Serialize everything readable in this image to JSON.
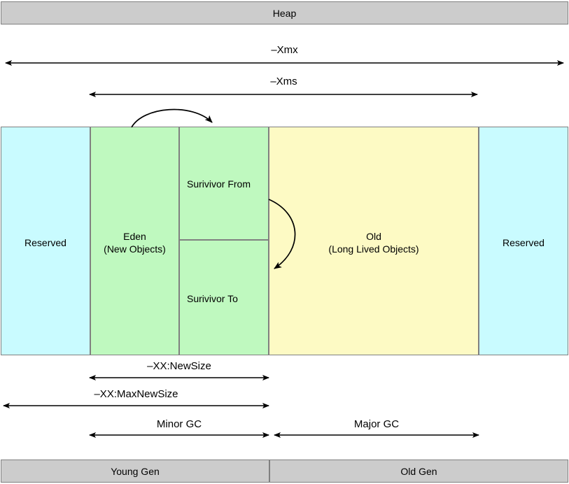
{
  "diagram": {
    "title": "Heap",
    "top_bar": {
      "label": "Heap"
    },
    "bottom_bars": [
      {
        "name": "young-gen",
        "label": "Young Gen"
      },
      {
        "name": "old-gen",
        "label": "Old Gen"
      }
    ],
    "regions": [
      {
        "name": "reserved-left",
        "label": "Reserved",
        "color": "#c9fbff"
      },
      {
        "name": "eden",
        "label": "Eden\n(New Objects)",
        "color": "#bff9bf"
      },
      {
        "name": "survivor-from",
        "label": "Surivivor From",
        "color": "#bff9bf"
      },
      {
        "name": "survivor-to",
        "label": "Surivivor To",
        "color": "#bff9bf"
      },
      {
        "name": "old",
        "label": "Old\n(Long Lived Objects)",
        "color": "#fdfac4"
      },
      {
        "name": "reserved-right",
        "label": "Reserved",
        "color": "#c9fbff"
      }
    ],
    "measurements": [
      {
        "name": "xmx",
        "label": "–Xmx"
      },
      {
        "name": "xms",
        "label": "–Xms"
      },
      {
        "name": "newsize",
        "label": "–XX:NewSize"
      },
      {
        "name": "maxnewsize",
        "label": "–XX:MaxNewSize"
      },
      {
        "name": "minor-gc",
        "label": "Minor GC"
      },
      {
        "name": "major-gc",
        "label": "Major GC"
      }
    ],
    "colors": {
      "reserved": "#c9fbff",
      "young": "#bff9bf",
      "old": "#fdfac4",
      "bar": "#cccccc",
      "stroke": "#808080",
      "arrow": "#000000"
    }
  }
}
